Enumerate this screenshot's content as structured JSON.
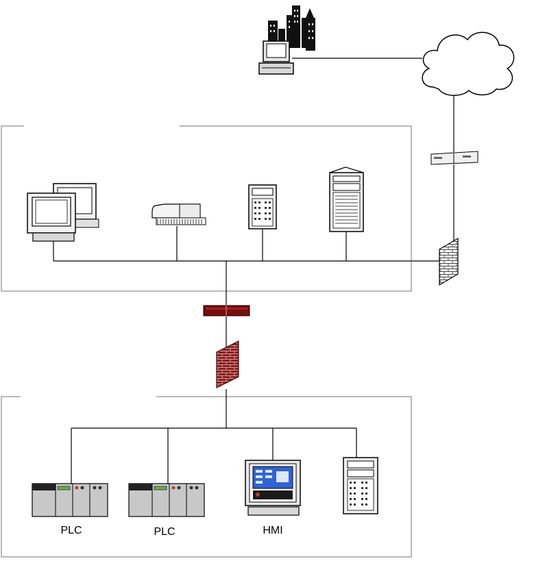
{
  "labels": {
    "plc_1": "PLC",
    "plc_2": "PLC",
    "hmi": "HMI"
  },
  "colors": {
    "line": "#000000",
    "zone_border": "#a0a0a0",
    "firewall_brick": "#8b1e1e",
    "router_red": "#7a0c0c",
    "hmi_screen": "#2f63d6",
    "plc_body": "#c8c8c8",
    "cloud_fill": "#ffffff"
  },
  "icons": [
    "city-skyline-icon",
    "remote-computer-icon",
    "internet-cloud-icon",
    "router-icon",
    "firewall-icon",
    "workstation-pair-icon",
    "printer-icon",
    "tower-server-icon",
    "large-server-icon",
    "plc-rack-icon",
    "hmi-terminal-icon"
  ]
}
